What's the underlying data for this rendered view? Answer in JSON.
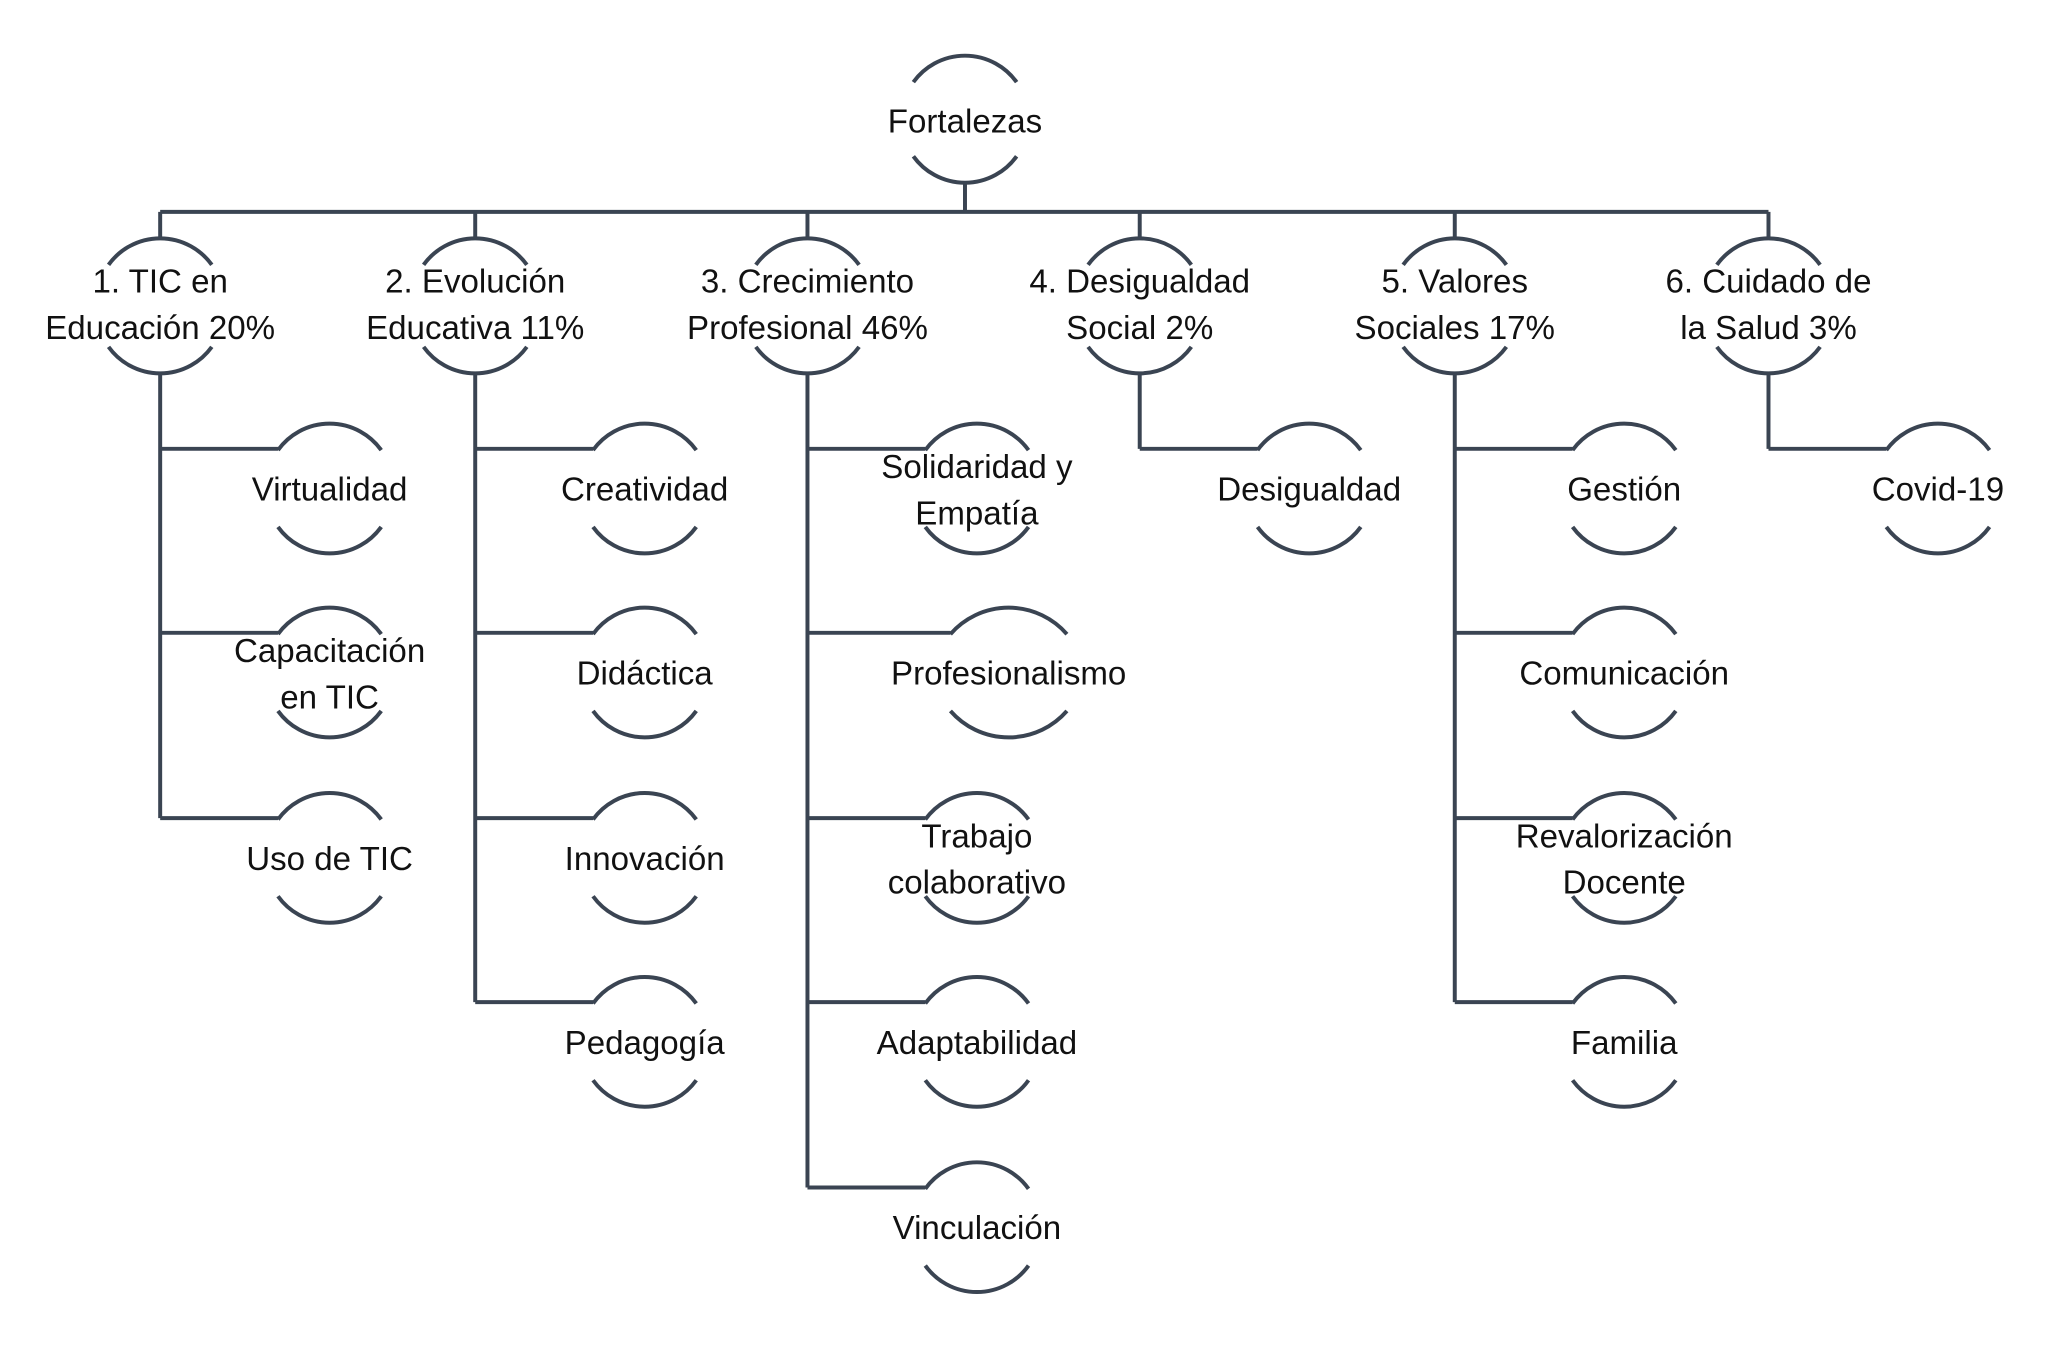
{
  "root": {
    "label": "Fortalezas"
  },
  "categories": [
    {
      "label": [
        "1. TIC en",
        "Educación 20%"
      ],
      "children": [
        [
          "Virtualidad"
        ],
        [
          "Capacitación",
          "en TIC"
        ],
        [
          "Uso de TIC"
        ]
      ]
    },
    {
      "label": [
        "2. Evolución",
        "Educativa 11%"
      ],
      "children": [
        [
          "Creatividad"
        ],
        [
          "Didáctica"
        ],
        [
          "Innovación"
        ],
        [
          "Pedagogía"
        ]
      ]
    },
    {
      "label": [
        "3. Crecimiento",
        "Profesional 46%"
      ],
      "children": [
        [
          "Solidaridad y",
          "Empatía"
        ],
        [
          "Profesionalismo"
        ],
        [
          "Trabajo",
          "colaborativo"
        ],
        [
          "Adaptabilidad"
        ],
        [
          "Vinculación"
        ]
      ]
    },
    {
      "label": [
        "4. Desigualdad",
        "Social 2%"
      ],
      "children": [
        [
          "Desigualdad"
        ]
      ]
    },
    {
      "label": [
        "5. Valores",
        "Sociales 17%"
      ],
      "children": [
        [
          "Gestión"
        ],
        [
          "Comunicación"
        ],
        [
          "Revalorización",
          "Docente"
        ],
        [
          "Familia"
        ]
      ]
    },
    {
      "label": [
        "6. Cuidado de",
        "la Salud 3%"
      ],
      "children": [
        [
          "Covid-19"
        ]
      ]
    }
  ],
  "colors": {
    "line": "#3a4452",
    "text": "#111111"
  }
}
